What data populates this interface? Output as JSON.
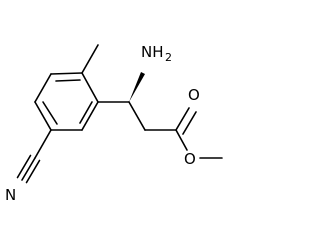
{
  "molecule": {
    "atoms": {
      "amine_n": {
        "element": "N",
        "label": "NH",
        "subscript": "2"
      },
      "carbonyl_o": {
        "element": "O",
        "label": "O"
      },
      "ester_o": {
        "element": "O",
        "label": "O"
      },
      "nitrile_n": {
        "element": "N",
        "label": "N"
      }
    },
    "bonds": {
      "stereo": "wedge",
      "nitrile": "triple",
      "carbonyl": "double"
    }
  },
  "colors": {
    "bond": "#000000",
    "label": "#000000",
    "background": "#ffffff"
  }
}
